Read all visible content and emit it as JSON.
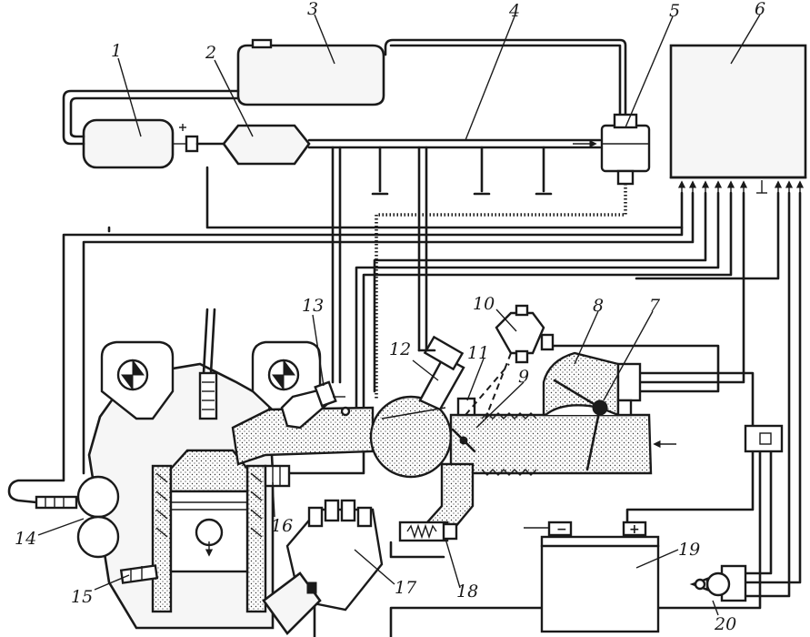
{
  "callouts": [
    {
      "id": "1",
      "label": "1"
    },
    {
      "id": "2",
      "label": "2"
    },
    {
      "id": "3",
      "label": "3"
    },
    {
      "id": "4",
      "label": "4"
    },
    {
      "id": "5",
      "label": "5"
    },
    {
      "id": "6",
      "label": "6"
    },
    {
      "id": "7",
      "label": "7"
    },
    {
      "id": "8",
      "label": "8"
    },
    {
      "id": "9",
      "label": "9"
    },
    {
      "id": "10",
      "label": "10"
    },
    {
      "id": "11",
      "label": "11"
    },
    {
      "id": "12",
      "label": "12"
    },
    {
      "id": "13",
      "label": "13"
    },
    {
      "id": "14",
      "label": "14"
    },
    {
      "id": "15",
      "label": "15"
    },
    {
      "id": "16",
      "label": "16"
    },
    {
      "id": "17",
      "label": "17"
    },
    {
      "id": "18",
      "label": "18"
    },
    {
      "id": "19",
      "label": "19"
    },
    {
      "id": "20",
      "label": "20"
    }
  ],
  "battery_terminals": {
    "negative": "−",
    "positive": "+"
  }
}
